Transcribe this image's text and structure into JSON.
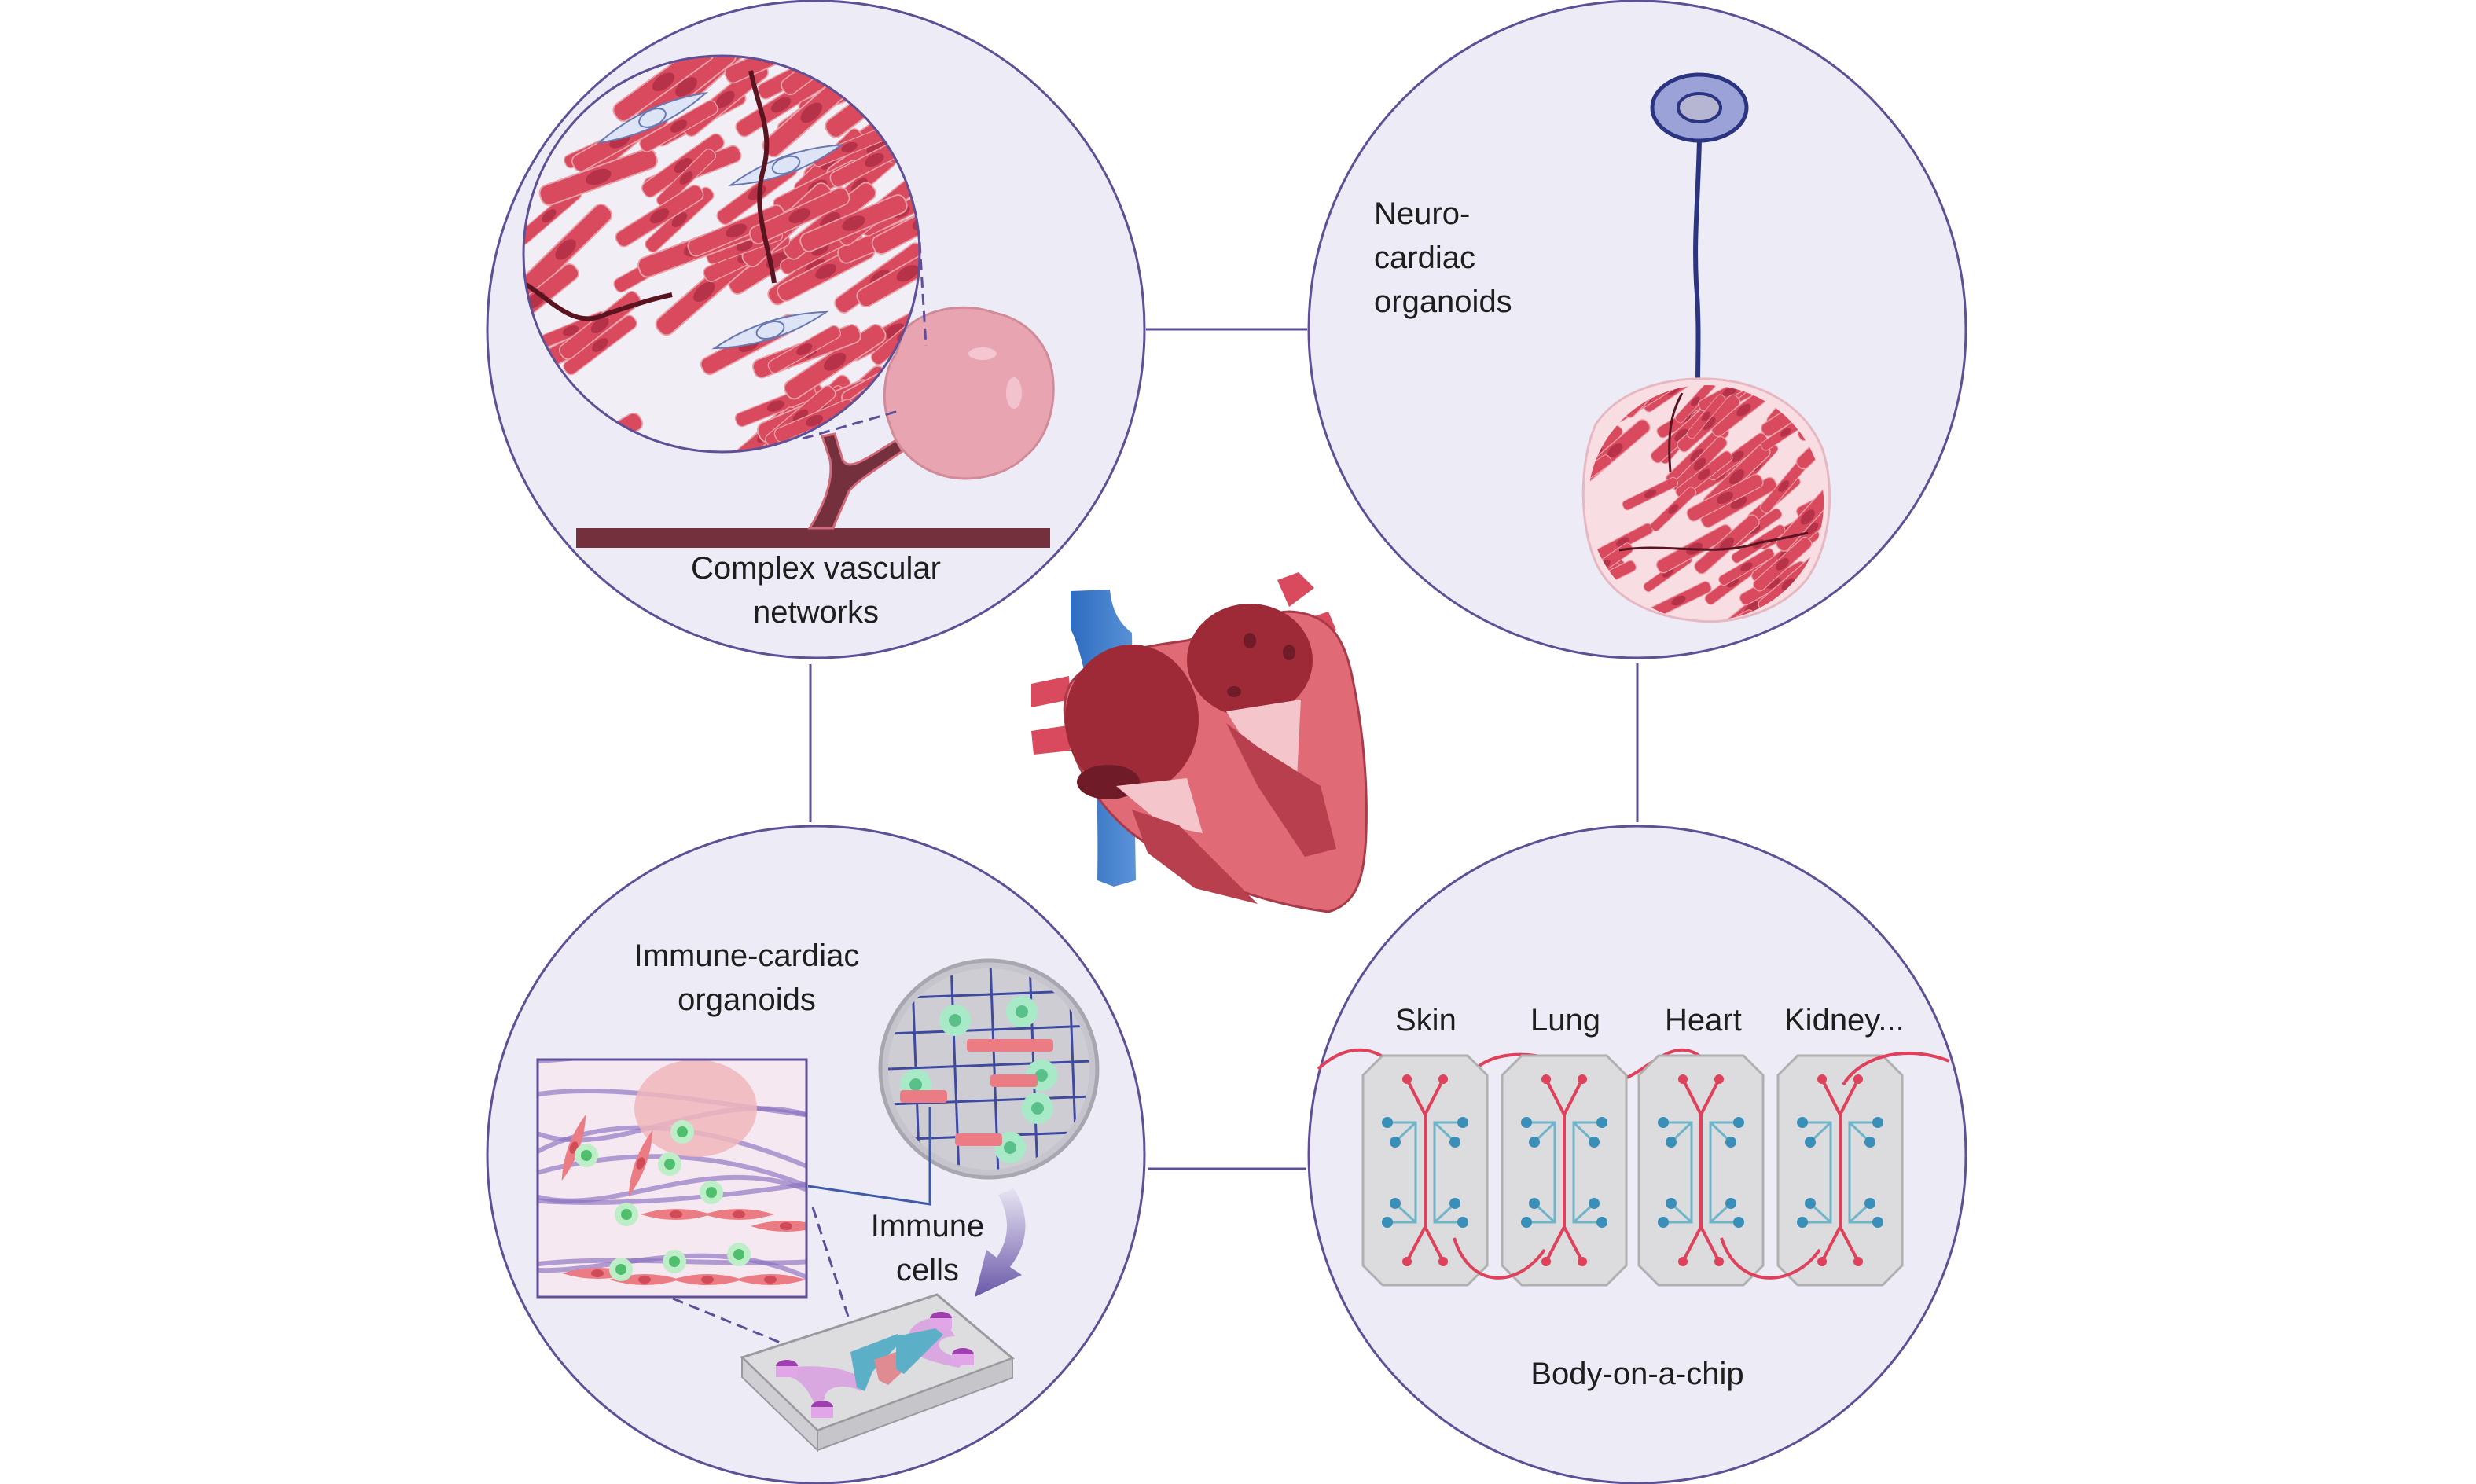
{
  "figure": {
    "center": {
      "name": "Heart"
    },
    "panels": [
      {
        "id": "vascular",
        "title_lines": [
          "Complex vascular",
          "networks"
        ]
      },
      {
        "id": "neuro",
        "title_lines": [
          "Neuro-",
          "cardiac",
          "organoids"
        ]
      },
      {
        "id": "immune",
        "title_lines": [
          "Immune-cardiac",
          "organoids"
        ],
        "sub_label_lines": [
          "Immune",
          "cells"
        ]
      },
      {
        "id": "body",
        "title": "Body-on-a-chip",
        "organs": [
          "Skin",
          "Lung",
          "Heart",
          "Kidney..."
        ]
      }
    ]
  },
  "colors": {
    "panel_fill": "#edebf5",
    "panel_border": "#5e4f96",
    "connector": "#5e4f96",
    "cardio_red": "#d94a5e",
    "vessel_dark": "#74303c",
    "chip_fill": "#dcdbdd",
    "chip_border": "#b0b0b0",
    "channel_red": "#e0405a",
    "channel_blue": "#3a8fb8",
    "neuron_fill": "#9aa2d8",
    "neuron_stroke": "#2a3480"
  }
}
